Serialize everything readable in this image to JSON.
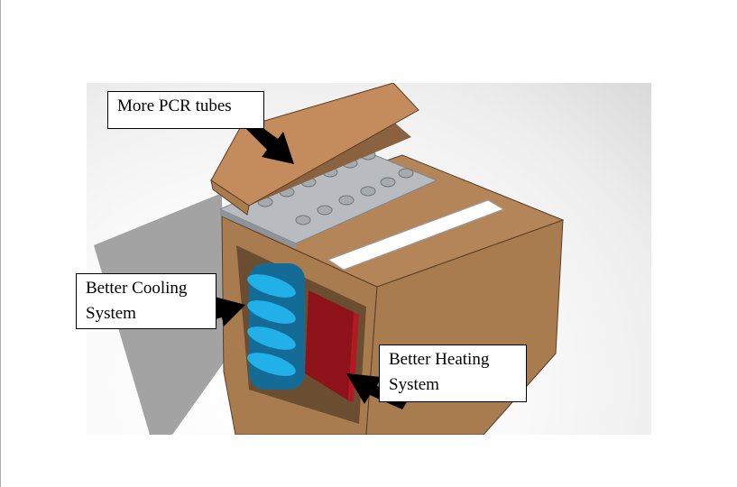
{
  "figure": {
    "description": "3D model of a PCR thermocycler box with annotations",
    "colors": {
      "box_front": "#a97c50",
      "box_side": "#6b4e32",
      "box_top": "#b5855a",
      "lid": "#c48c5c",
      "tube_tray": "#b8bcc0",
      "cooling_coil": "#1a8fc4",
      "heating_plate": "#8e1219",
      "shadow": "#a3a3a3",
      "arrow": "#000000"
    },
    "callouts": [
      {
        "id": "pcr-tubes",
        "lines": [
          "More PCR tubes"
        ]
      },
      {
        "id": "cooling",
        "lines": [
          "Better Cooling",
          "System"
        ]
      },
      {
        "id": "heating",
        "lines": [
          "Better Heating",
          "System"
        ]
      }
    ]
  }
}
